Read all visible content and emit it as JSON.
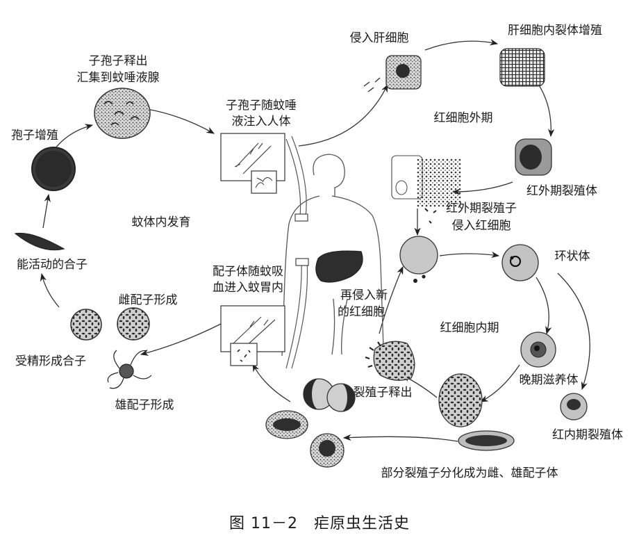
{
  "caption": "图 11－2　疟原虫生活史",
  "sections": {
    "mosquito_phase": "蚊体内发育",
    "exo_erythrocytic": "红细胞外期",
    "erythrocytic": "红细胞内期"
  },
  "labels": {
    "sporozoite_release_1": "子孢子释出",
    "sporozoite_release_2": "汇集到蚊唾液腺",
    "sporogony": "孢子增殖",
    "ookinete": "能活动的合子",
    "female_gamete": "雌配子形成",
    "fertilization": "受精形成合子",
    "male_gamete": "雄配子形成",
    "injection_1": "子孢子随蚊唾",
    "injection_2": "液注入人体",
    "ingestion_1": "配子体随蚊吸",
    "ingestion_2": "血进入蚊胃内",
    "invade_liver": "侵入肝细胞",
    "liver_schizogony": "肝细胞内裂体增殖",
    "exo_schizont": "红外期裂殖体",
    "merozoite_invade_1": "红外期裂殖子",
    "merozoite_invade_2": "侵入红细胞",
    "ring_form": "环状体",
    "reinvade_1": "再侵入新",
    "reinvade_2": "的红细胞",
    "late_trophozoite": "晚期滋养体",
    "erythro_schizont": "红内期裂殖体",
    "merozoite_release": "裂殖子释出",
    "gametocyte_diff": "部分裂殖子分化成为雌、雄配子体"
  }
}
